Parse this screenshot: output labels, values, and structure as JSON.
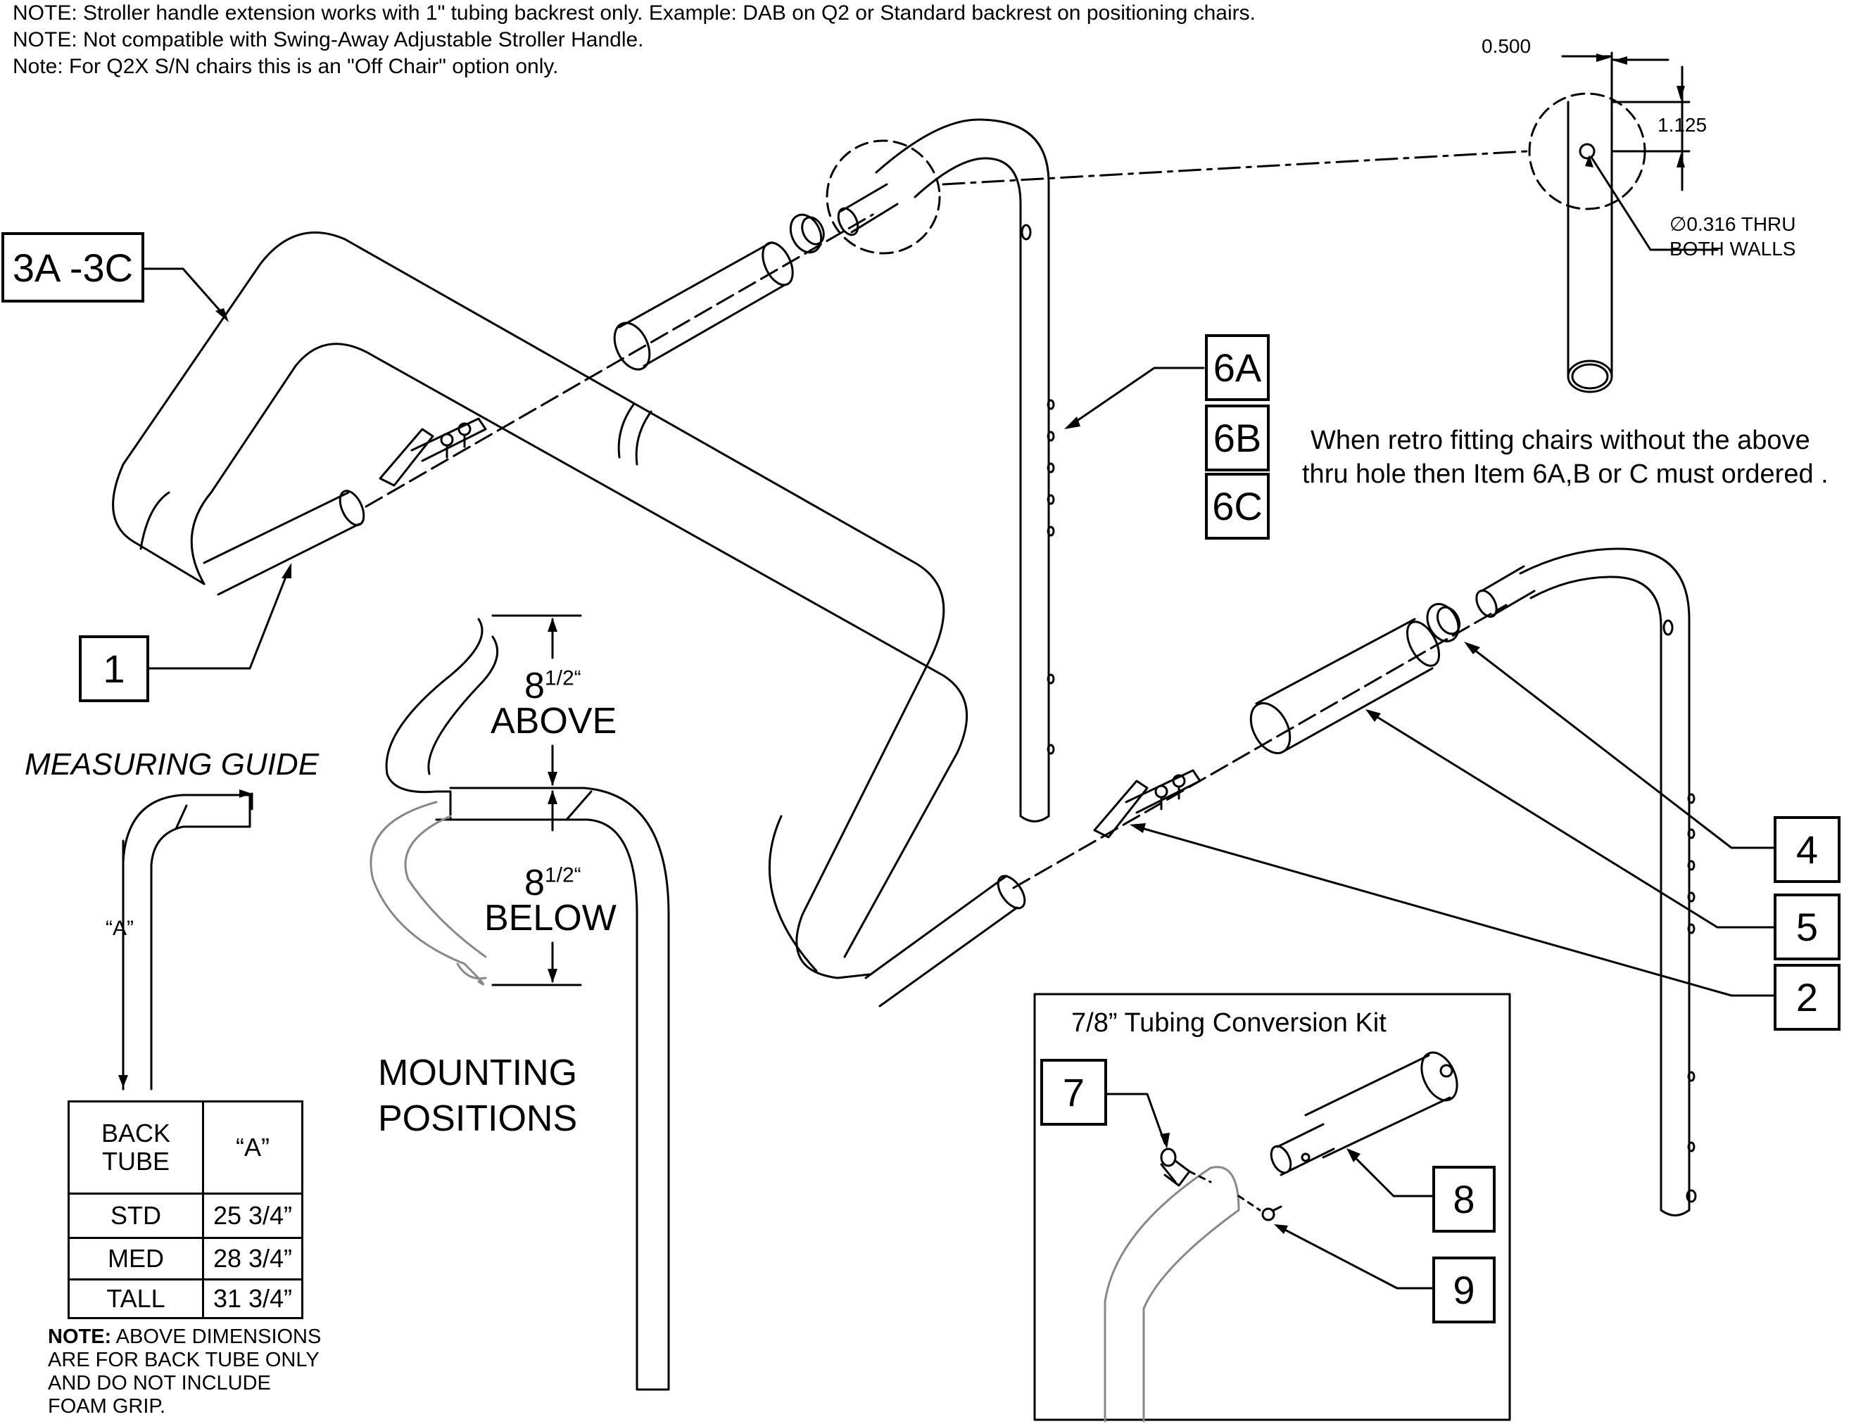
{
  "notes": [
    "NOTE: Stroller handle extension works with 1\" tubing backrest only. Example: DAB on Q2 or Standard backrest on positioning chairs.",
    "NOTE: Not compatible with Swing-Away Adjustable Stroller Handle.",
    "Note: For Q2X S/N chairs this is an \"Off Chair\" option only."
  ],
  "callouts": {
    "c3": "3A -3C",
    "c1": "1",
    "c6a": "6A",
    "c6b": "6B",
    "c6c": "6C",
    "c4": "4",
    "c5": "5",
    "c2": "2",
    "c7": "7",
    "c8": "8",
    "c9": "9"
  },
  "detail": {
    "dim_width": "0.500",
    "dim_height": "1.125",
    "hole": "∅0.316 THRU",
    "hole2": "BOTH WALLS"
  },
  "retrofit": {
    "line1": "When retro fitting chairs without the above",
    "line2": "thru hole then Item 6A,B or C must ordered ."
  },
  "mounting": {
    "above_num": "8",
    "above_frac": "1/2“",
    "above": "ABOVE",
    "below_num": "8",
    "below_frac": "1/2“",
    "below": "BELOW",
    "title1": "MOUNTING",
    "title2": "POSITIONS"
  },
  "guide": {
    "title": "MEASURING GUIDE",
    "a_label": "“A”",
    "col1": "BACK TUBE",
    "col2": "“A”",
    "rows": [
      {
        "tube": "STD",
        "a": "25 3/4”"
      },
      {
        "tube": "MED",
        "a": "28 3/4”"
      },
      {
        "tube": "TALL",
        "a": "31 3/4”"
      }
    ],
    "note_bold": "NOTE:",
    "note_rest": " ABOVE DIMENSIONS",
    "note2": "ARE FOR BACK TUBE ONLY",
    "note3": "AND DO NOT INCLUDE",
    "note4": "FOAM GRIP."
  },
  "kit": {
    "title": "7/8” Tubing Conversion Kit"
  }
}
